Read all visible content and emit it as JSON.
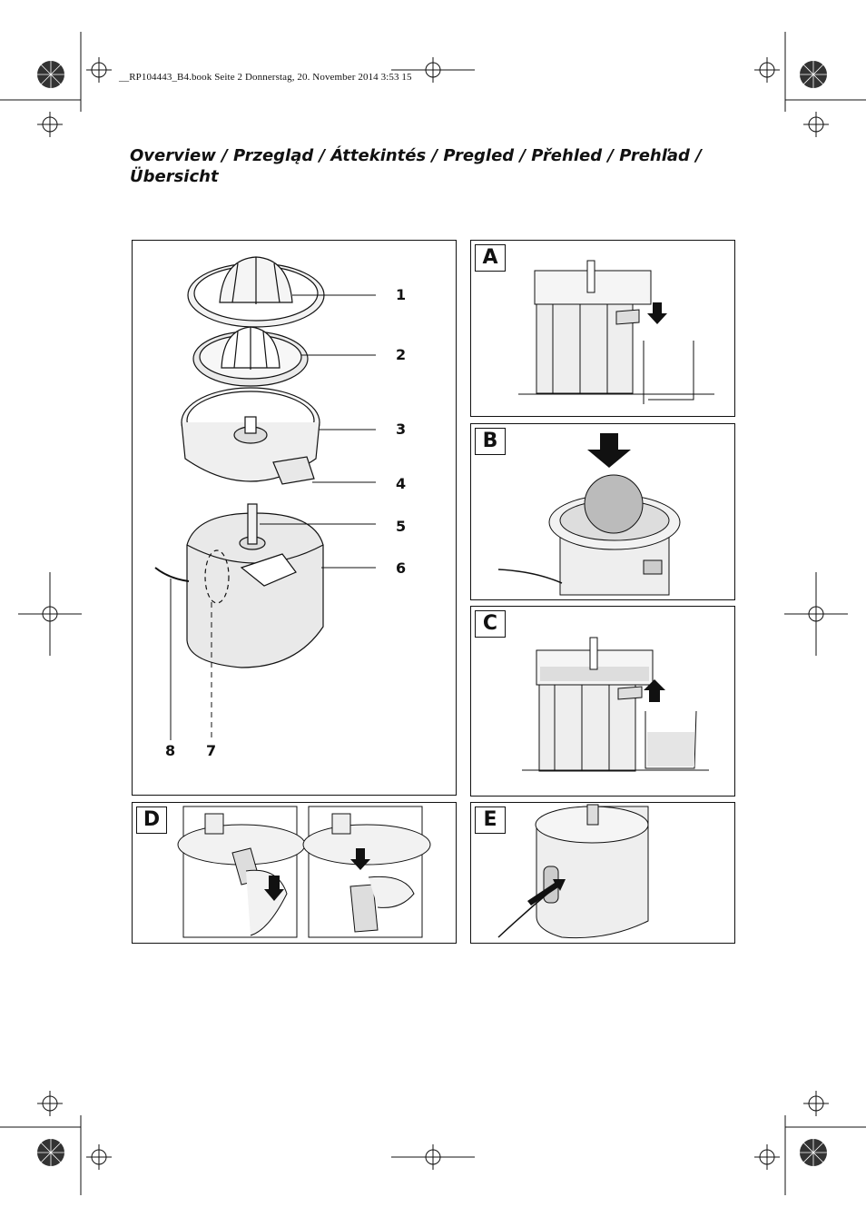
{
  "header": {
    "file_line": "__RP104443_B4.book  Seite 2  Donnerstag, 20. November 2014  3:53 15"
  },
  "title": {
    "line1": "Overview / Przegląd / Áttekintés / Pregled / Přehled / Prehľad /",
    "line2": "Übersicht"
  },
  "overview": {
    "parts": [
      "1",
      "2",
      "3",
      "4",
      "5",
      "6",
      "8",
      "7"
    ]
  },
  "panels": {
    "a": "A",
    "b": "B",
    "c": "C",
    "d": "D",
    "e": "E"
  }
}
